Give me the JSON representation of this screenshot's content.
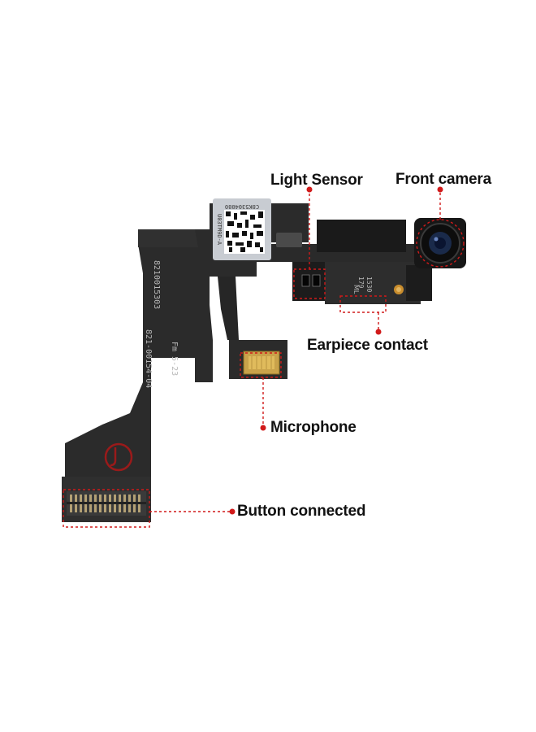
{
  "labels": {
    "light_sensor": "Light Sensor",
    "front_camera": "Front camera",
    "earpiece_contact": "Earpiece contact",
    "microphone": "Microphone",
    "button_connected": "Button connected"
  },
  "printed_text": {
    "qr_sticker_top": "C8K5304080",
    "qr_sticker_side": "U03TM9D-A",
    "board_part_1": "8210015303",
    "board_part_2": "821-00154-04",
    "board_stamp": "Fm 5-23",
    "module_code_1": "1530",
    "module_code_2": "179",
    "module_mark": "ML"
  },
  "colors": {
    "flex": "#2b2b2b",
    "annotation": "#d11a1a",
    "text": "#111111",
    "sticker": "#c8ccd2"
  }
}
